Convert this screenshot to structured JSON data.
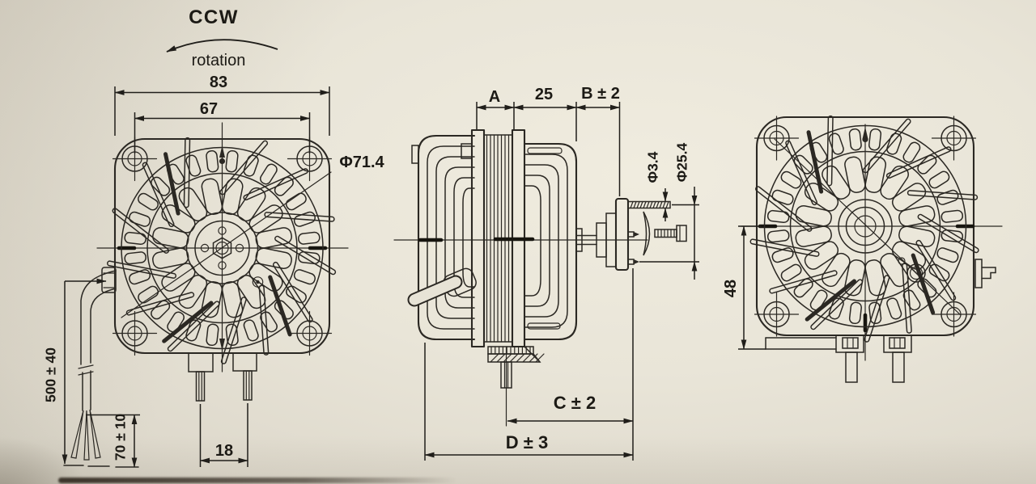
{
  "drawing": {
    "rotation_label": "CCW",
    "rotation_sub": "rotation",
    "dims": {
      "plate_width": "83",
      "hole_spacing": "67",
      "fan_dia": "Φ71.4",
      "dim_a": "A",
      "dim_25": "25",
      "dim_b": "B ± 2",
      "thread_dia": "Φ3.4",
      "hub_dia": "Φ25.4",
      "dim_48": "48",
      "dim_c": "C ± 2",
      "dim_d": "D ± 3",
      "lead_len": "500 ± 40",
      "strip_len": "70 ± 10",
      "pin_spacing": "18"
    }
  }
}
